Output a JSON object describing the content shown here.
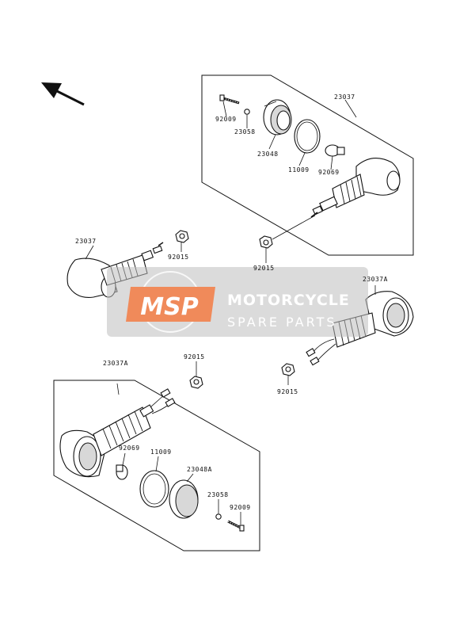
{
  "watermark": {
    "logo": "MSP",
    "line1": "MOTORCYCLE",
    "line2": "SPARE PARTS",
    "colors": {
      "logo_fill": "#f08a5a",
      "band": "#bdbdbd",
      "text": "#ffffff"
    }
  },
  "direction_indicator": {
    "icon": "arrow-up-left-icon"
  },
  "labels": {
    "top_assembly": "23037",
    "top_screw": "92009",
    "top_washer": "23058",
    "top_lens": "23048",
    "top_gasket": "11009",
    "top_bulb": "92069",
    "top_nut": "92015",
    "left_assembly": "23037",
    "left_nut": "92015",
    "right_assembly": "23037A",
    "right_nut": "92015",
    "bottom_assembly": "23037A",
    "bottom_nut": "92015",
    "bottom_bulb": "92069",
    "bottom_gasket": "11009",
    "bottom_lens": "23048A",
    "bottom_washer": "23058",
    "bottom_screw": "92009"
  }
}
